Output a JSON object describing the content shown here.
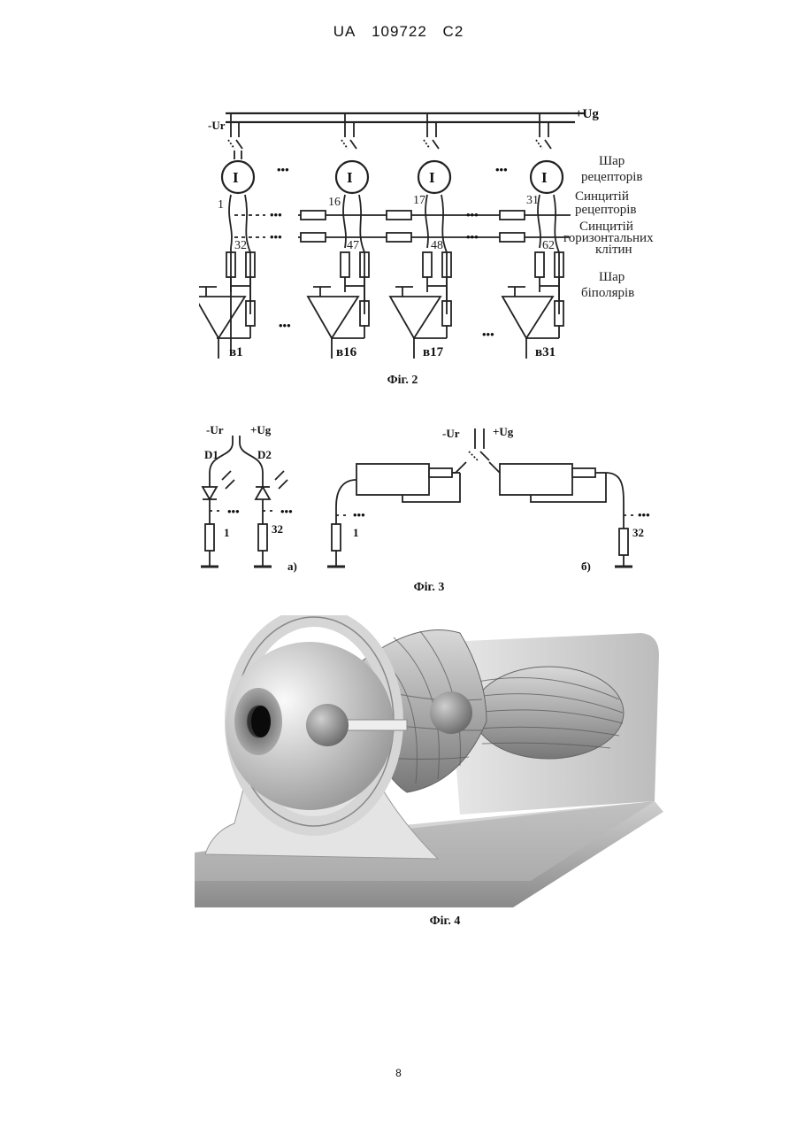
{
  "header": {
    "country": "UA",
    "number": "109722",
    "kind": "C2"
  },
  "fig2": {
    "caption": "Фіг. 2",
    "supply_neg": "-Ur",
    "supply_pos": "+Ug",
    "layer_receptors": [
      "Шар",
      "рецепторів"
    ],
    "syncytium_receptors": [
      "Синцитій",
      "рецепторів"
    ],
    "syncytium_horizontal": [
      "Синцитій",
      "горизонтальних",
      "клітин"
    ],
    "layer_bipolar": [
      "Шар",
      "біполярів"
    ],
    "current_symbol": "I",
    "ellipsis": "•••",
    "node_labels_top": [
      "1",
      "16",
      "17",
      "31"
    ],
    "node_labels_bottom": [
      "32",
      "47",
      "48",
      "62"
    ],
    "outputs": [
      "в1",
      "в16",
      "в17",
      "в31"
    ]
  },
  "fig3": {
    "caption": "Фіг. 3",
    "supply_neg": "-Ur",
    "supply_pos": "+Ug",
    "diode_1": "D1",
    "diode_2": "D2",
    "label_1": "1",
    "label_32": "32",
    "part_a": "а)",
    "part_b": "б)",
    "ellipsis": "•••"
  },
  "fig4": {
    "caption": "Фіг. 4"
  },
  "page_number": "8"
}
